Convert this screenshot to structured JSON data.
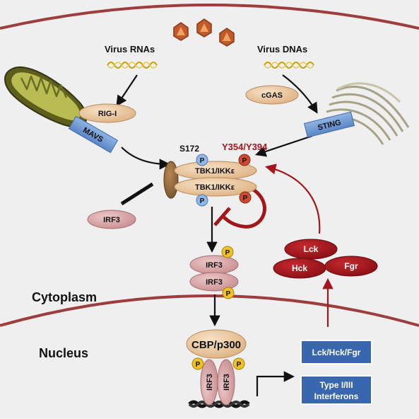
{
  "viruses": {
    "rna_label": "Virus RNAs",
    "dna_label": "Virus DNAs"
  },
  "receptors": {
    "rig_i": "RIG-I",
    "mavs": "MAVS",
    "cgas": "cGAS",
    "sting": "STING"
  },
  "kinase_complex": {
    "site_s172": "S172",
    "site_tyr": "Y354/Y394",
    "subunit_label": "TBK1/IKKε",
    "phospho_mark": "P"
  },
  "irf3": {
    "label": "IRF3"
  },
  "src_kinases": {
    "lck": "Lck",
    "hck": "Hck",
    "fgr": "Fgr"
  },
  "compartments": {
    "cytoplasm": "Cytoplasm",
    "nucleus": "Nucleus"
  },
  "nuclear": {
    "coactivator": "CBP/p300",
    "gene_box": "Lck/Hck/Fgr",
    "ifn_box_line1": "Type I/III",
    "ifn_box_line2": "Interferons"
  },
  "colors": {
    "background": "#efefef",
    "membrane": "#9e3d3d",
    "tan_protein": "#e9c49a",
    "irf3": "#d7a5a6",
    "src_kinase": "#a3161c",
    "tyr_phospho": "#cf4a2e",
    "ser_phospho": "#8fb8e8",
    "irf_phospho": "#efc126",
    "gene_box": "#3867b0",
    "mavs_sting": "#6c98d2"
  }
}
